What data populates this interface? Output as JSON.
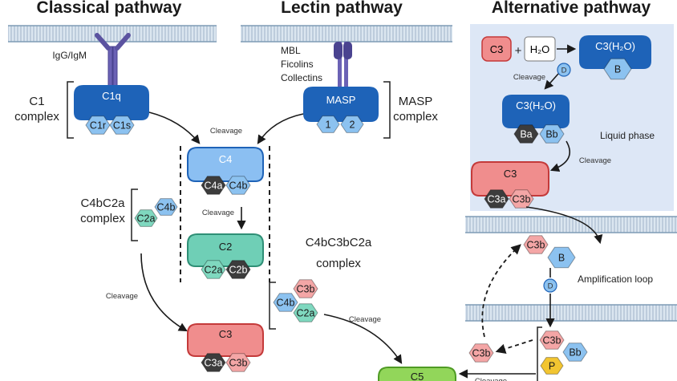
{
  "titles": {
    "classical": "Classical pathway",
    "lectin": "Lectin pathway",
    "alternative": "Alternative pathway"
  },
  "labels": {
    "igg_igm": "IgG/IgM",
    "mbl": "MBL",
    "ficolins": "Ficolins",
    "collectins": "Collectins",
    "c1_complex_line1": "C1",
    "c1_complex_line2": "complex",
    "masp_complex_line1": "MASP",
    "masp_complex_line2": "complex",
    "c4bc2a_line1": "C4bC2a",
    "c4bc2a_line2": "complex",
    "c4bc3bc2a_line1": "C4bC3bC2a",
    "c4bc3bc2a_line2": "complex",
    "liquid_phase": "Liquid phase",
    "amplification_loop": "Amplification loop",
    "cleavage": "Cleavage",
    "h2o": "H₂O",
    "plus": "+"
  },
  "molecules": {
    "c1q": "C1q",
    "c1r": "C1r",
    "c1s": "C1s",
    "masp": "MASP",
    "masp1": "1",
    "masp2": "2",
    "c4": "C4",
    "c4a": "C4a",
    "c4b": "C4b",
    "c2": "C2",
    "c2a": "C2a",
    "c2b": "C2b",
    "c3": "C3",
    "c3a": "C3a",
    "c3b": "C3b",
    "c3h2o": "C3(H₂O)",
    "b": "B",
    "ba": "Ba",
    "bb": "Bb",
    "d": "D",
    "p": "P",
    "c5": "C5"
  },
  "colors": {
    "dark_blue": "#1e63b8",
    "light_blue": "#8bbff2",
    "hex_blue": "#8cc2f0",
    "teal": "#6fcfb6",
    "hex_teal": "#7fd8bf",
    "red_box": "#f08d8d",
    "hex_pink": "#f4a6a6",
    "dark_hex": "#3c3c3c",
    "yellow": "#f2c531",
    "green": "#92d65a",
    "liquid_bg": "#dde7f6",
    "membrane": "#c2d3e3"
  }
}
